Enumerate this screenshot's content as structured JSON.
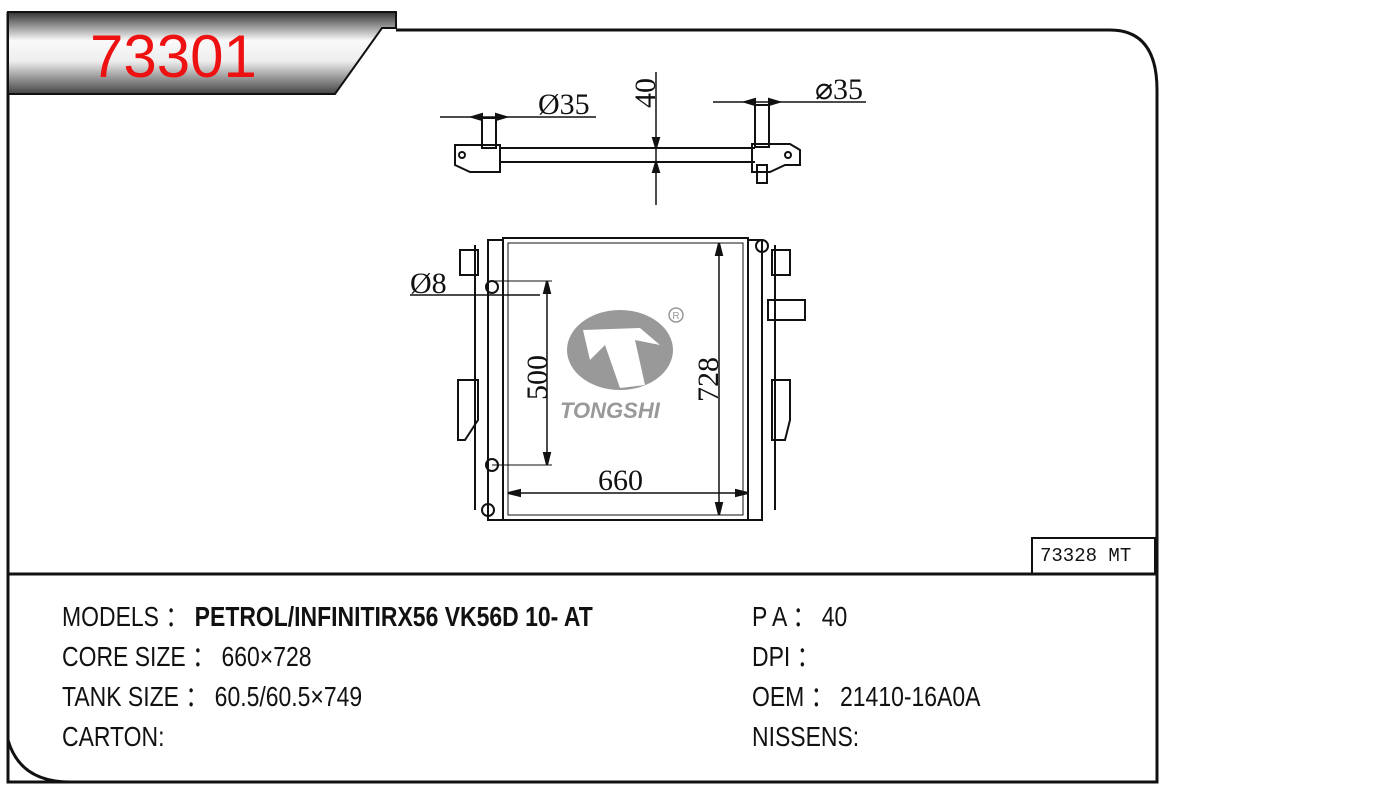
{
  "header": {
    "part_number": "73301"
  },
  "drawing": {
    "dims": {
      "inlet_diameter": "Ø35",
      "outlet_diameter": "⌀35",
      "core_thickness": "40",
      "small_port": "Ø8",
      "mount_spacing": "500",
      "core_height": "728",
      "core_width": "660"
    },
    "logo": {
      "brand": "TONGSHI",
      "registered": "®"
    },
    "cross_reference": "73328 MT"
  },
  "specs": {
    "left": [
      {
        "label": "MODELS ：",
        "value": "PETROL/INFINITIRX56 VK56D 10- AT"
      },
      {
        "label": "CORE SIZE ：",
        "value": "660×728"
      },
      {
        "label": "TANK SIZE ：",
        "value": "60.5/60.5×749"
      },
      {
        "label": "CARTON:",
        "value": ""
      }
    ],
    "right": [
      {
        "label": "P A ：",
        "value": "40"
      },
      {
        "label": "DPI ：",
        "value": ""
      },
      {
        "label": "OEM ：",
        "value": "21410-16A0A"
      },
      {
        "label": "NISSENS:",
        "value": ""
      }
    ]
  },
  "colors": {
    "title": "#ee1111",
    "logo": "#999999"
  }
}
